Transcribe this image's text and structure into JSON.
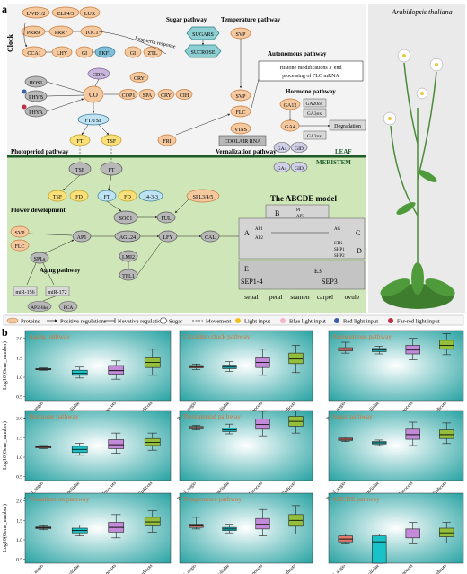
{
  "panel_labels": {
    "a": "a",
    "b": "b"
  },
  "species": "Arabidopsis thaliana",
  "sections": {
    "clock": "Clock",
    "sugar": "Sugar pathway",
    "temperature": "Temperature pathway",
    "autonomous": "Autonomous pathway",
    "autonomous_box": [
      "Histone modifications 3' end",
      "processing of FLC mRNA"
    ],
    "hormone": "Hormone pathway",
    "long_term": "long-term response",
    "photoperiod": "Photoperiod pathway",
    "vernalization": "Vernalization pathway",
    "leaf": "LEAF",
    "meristem": "MERISTEM",
    "flower_dev": "Flower development",
    "aging": "Aging pathway",
    "abcde_title": "The ABCDE model",
    "degradation": "Degradation"
  },
  "genes": {
    "lwd": "LWD1/2",
    "elf": "ELF4/3",
    "lux": "LUX",
    "prr9": "PRR9",
    "prr7": "PRR7",
    "toc1": "TOC1",
    "cca1": "CCA1",
    "lhy": "LHY",
    "gi": "GI",
    "fkf1": "FKF1",
    "gi2": "GI",
    "ztl": "ZTL",
    "cdfs": "CDFs",
    "hos1": "HOS1",
    "phyb": "PHYB",
    "phya": "PHYA",
    "co": "CO",
    "cry": "CRY",
    "cop1": "COP1",
    "spa": "SPA",
    "cry2": "CRY",
    "cih": "CIH",
    "fttsf": "FT/TSF",
    "ft": "FT",
    "tsf": "TSF",
    "fri": "FRI",
    "sugars": "SUGARS",
    "sucrose": "SUCROSE",
    "svp": "SVP",
    "svp2": "SVP",
    "flc": "FLC",
    "vins": "VINS",
    "coolair": "COOLAIR RNA",
    "ga12": "GA12",
    "ga20ox": "GA20ox",
    "ga3ox": "GA3ox",
    "ga4": "GA4",
    "ga2ox": "GA2ox",
    "gid": "GID",
    "ga4b": "GA4",
    "gidb": "GID",
    "tsf_m": "TSF",
    "ft_m": "FT",
    "tsf2": "TSF",
    "fd": "FD",
    "ft2": "FT",
    "fd2": "FD",
    "p1433": "14-3-3",
    "spl345": "SPL3/4/5",
    "soc1": "SOC1",
    "ful": "FUL",
    "svp3": "SVP",
    "flc2": "FLC",
    "ap1": "AP1",
    "agl24": "AGL24",
    "lfy": "LFY",
    "cal": "CAL",
    "lmi2": "LMI2",
    "tfl1": "TFL1",
    "spls": "SPLs",
    "mir156": "miR-156",
    "mir172": "miR-172",
    "ap2like": "AP2-like",
    "fca": "FCA"
  },
  "abcde": {
    "a": "A",
    "b": "B",
    "c": "C",
    "d": "D",
    "e": "E",
    "ap1": "AP1",
    "ap2": "AP2",
    "pi": "PI",
    "ap3": "AP3",
    "ag": "AG",
    "stk": "STK",
    "shp1": "SHP1",
    "shp2": "SHP2",
    "sep14": "SEP1-4",
    "sep3": "SEP3",
    "e3": "E3",
    "organs": [
      "sepal",
      "petal",
      "stamen",
      "carpel",
      "ovule"
    ]
  },
  "legend": [
    {
      "label": "Proteins",
      "icon": "protein-ellipse"
    },
    {
      "label": "Positive regulations",
      "icon": "arrow"
    },
    {
      "label": "Nevative regulations",
      "icon": "bar-arrow"
    },
    {
      "label": "Sugar",
      "icon": "hexagon"
    },
    {
      "label": "Movement",
      "icon": "dashed-arrow"
    },
    {
      "label": "Light input",
      "icon": "yellow-star"
    },
    {
      "label": "Blue light input",
      "icon": "blue-star"
    },
    {
      "label": "Red light input",
      "icon": "red-circle"
    },
    {
      "label": "Far-red light input",
      "icon": "farred-circle"
    }
  ],
  "colors": {
    "protein": "#f5c9a0",
    "protein_stroke": "#c57a3a",
    "gray_node": "#b8b8b8",
    "blue_node": "#bfe3f2",
    "teal_bg": "#2aa3a3",
    "green_bg": "#cfe6b8",
    "basal": "#e47a6e",
    "magno": "#19c2c7",
    "mono": "#c28ad8",
    "eudi": "#93bf3a",
    "title_orange": "#d0733a"
  },
  "chart_data": [
    {
      "type": "box",
      "title": "Aging pathway",
      "ylabel": "Log10(Gene_number)",
      "categories": [
        "Basal_angio",
        "Magnoliidae",
        "Monocots",
        "Eudicots"
      ],
      "ylim": [
        0.4,
        2.2
      ],
      "yticks": [
        0.5,
        1.0,
        1.5,
        2.0
      ],
      "boxes": [
        [
          1.18,
          1.2,
          1.21,
          1.22,
          1.24
        ],
        [
          0.98,
          1.05,
          1.1,
          1.18,
          1.26
        ],
        [
          0.95,
          1.08,
          1.17,
          1.3,
          1.42
        ],
        [
          1.05,
          1.25,
          1.38,
          1.52,
          1.72
        ]
      ]
    },
    {
      "type": "box",
      "title": "Circadian clock pathway",
      "categories": [
        "Basal_angio",
        "Magnoliidae",
        "Monocots",
        "Eudicots"
      ],
      "ylim": [
        0.4,
        2.2
      ],
      "yticks": [
        0.5,
        1.0,
        1.5,
        2.0
      ],
      "boxes": [
        [
          1.2,
          1.24,
          1.27,
          1.3,
          1.34
        ],
        [
          1.15,
          1.22,
          1.26,
          1.31,
          1.4
        ],
        [
          1.05,
          1.25,
          1.38,
          1.52,
          1.72
        ],
        [
          1.12,
          1.35,
          1.47,
          1.62,
          1.82
        ]
      ]
    },
    {
      "type": "box",
      "title": "Autonomous pathway",
      "categories": [
        "Basal_angio",
        "Magnoliidae",
        "Monocots",
        "Eudicots"
      ],
      "ylim": [
        0.4,
        2.2
      ],
      "yticks": [
        0.5,
        1.0,
        1.5,
        2.0
      ],
      "boxes": [
        [
          1.62,
          1.68,
          1.72,
          1.76,
          1.9
        ],
        [
          1.6,
          1.66,
          1.7,
          1.74,
          1.8
        ],
        [
          1.45,
          1.6,
          1.7,
          1.82,
          2.0
        ],
        [
          1.58,
          1.72,
          1.82,
          1.95,
          2.12
        ]
      ]
    },
    {
      "type": "box",
      "title": "Hormone pathway",
      "ylabel": "Log10(Gene_number)",
      "categories": [
        "Basal_angio",
        "Magnoliidae",
        "Monocots",
        "Eudicots"
      ],
      "ylim": [
        0.4,
        2.2
      ],
      "yticks": [
        0.5,
        1.0,
        1.5,
        2.0
      ],
      "boxes": [
        [
          1.22,
          1.24,
          1.26,
          1.28,
          1.3
        ],
        [
          1.05,
          1.12,
          1.2,
          1.28,
          1.36
        ],
        [
          1.1,
          1.22,
          1.32,
          1.45,
          1.62
        ],
        [
          1.18,
          1.3,
          1.38,
          1.48,
          1.62
        ]
      ]
    },
    {
      "type": "box",
      "title": "Photoperiod pathway",
      "categories": [
        "Basal_angio",
        "Magnoliidae",
        "Monocots",
        "Eudicots"
      ],
      "ylim": [
        0.4,
        2.2
      ],
      "yticks": [
        0.5,
        1.0,
        1.5,
        2.0
      ],
      "boxes": [
        [
          1.7,
          1.73,
          1.76,
          1.79,
          1.82
        ],
        [
          1.6,
          1.66,
          1.7,
          1.75,
          1.85
        ],
        [
          1.55,
          1.72,
          1.84,
          1.98,
          2.18
        ],
        [
          1.62,
          1.8,
          1.92,
          2.05,
          2.2
        ]
      ]
    },
    {
      "type": "box",
      "title": "Sugar pathway",
      "categories": [
        "Basal_angio",
        "Magnoliidae",
        "Monocots",
        "Eudicots"
      ],
      "ylim": [
        0.4,
        2.2
      ],
      "yticks": [
        0.5,
        1.0,
        1.5,
        2.0
      ],
      "boxes": [
        [
          1.4,
          1.43,
          1.46,
          1.49,
          1.52
        ],
        [
          1.3,
          1.34,
          1.37,
          1.4,
          1.44
        ],
        [
          1.3,
          1.46,
          1.58,
          1.72,
          1.9
        ],
        [
          1.35,
          1.48,
          1.58,
          1.7,
          1.88
        ]
      ]
    },
    {
      "type": "box",
      "title": "Vernalization pathway",
      "ylabel": "Log10(Gene_number)",
      "categories": [
        "Basal_angio",
        "Magnoliidae",
        "Monocots",
        "Eudicots"
      ],
      "ylim": [
        0.4,
        2.2
      ],
      "yticks": [
        0.5,
        1.0,
        1.5,
        2.0
      ],
      "boxes": [
        [
          1.26,
          1.29,
          1.31,
          1.33,
          1.36
        ],
        [
          1.1,
          1.18,
          1.24,
          1.3,
          1.38
        ],
        [
          1.05,
          1.2,
          1.32,
          1.45,
          1.65
        ],
        [
          1.2,
          1.36,
          1.46,
          1.58,
          1.75
        ]
      ]
    },
    {
      "type": "box",
      "title": "Temperature pathway",
      "categories": [
        "Basal_angio",
        "Magnoliidae",
        "Monocots",
        "Eudicots"
      ],
      "ylim": [
        0.4,
        2.2
      ],
      "yticks": [
        0.5,
        1.0,
        1.5,
        2.0
      ],
      "boxes": [
        [
          1.28,
          1.32,
          1.36,
          1.4,
          1.58
        ],
        [
          1.18,
          1.24,
          1.28,
          1.32,
          1.4
        ],
        [
          1.1,
          1.28,
          1.4,
          1.55,
          1.78
        ],
        [
          1.15,
          1.35,
          1.5,
          1.65,
          1.88
        ]
      ]
    },
    {
      "type": "box",
      "title": "ABCDE pathway",
      "categories": [
        "Basal_angio",
        "Magnoliidae",
        "Monocots",
        "Eudicots"
      ],
      "ylim": [
        0.4,
        2.2
      ],
      "yticks": [
        0.5,
        1.0,
        1.5,
        2.0
      ],
      "boxes": [
        [
          0.9,
          0.95,
          1.02,
          1.1,
          1.15
        ],
        [
          0.4,
          0.4,
          0.95,
          1.1,
          1.15
        ],
        [
          0.9,
          1.05,
          1.15,
          1.28,
          1.45
        ],
        [
          0.92,
          1.08,
          1.18,
          1.3,
          1.45
        ]
      ]
    }
  ]
}
